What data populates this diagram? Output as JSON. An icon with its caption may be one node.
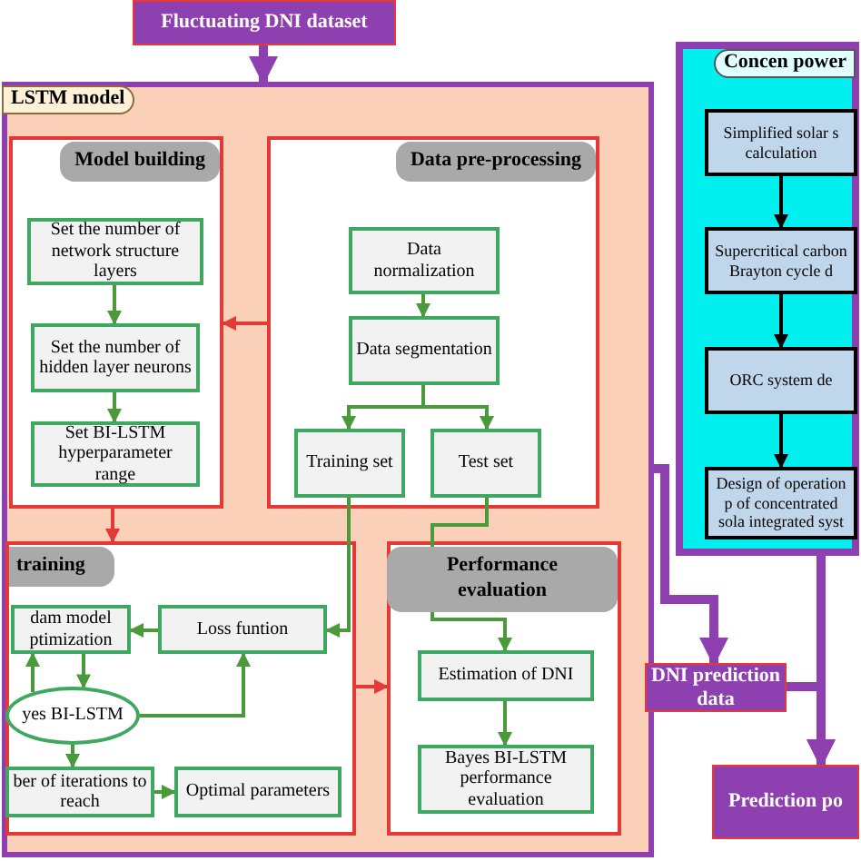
{
  "diagram": {
    "nodes": [
      {
        "text": [
          "Fluctuating DNI dataset"
        ]
      },
      {
        "text": [
          "LSTM model"
        ]
      },
      {
        "text": [
          "Model building"
        ],
        "in": 1
      },
      {
        "text": [
          "Set the number of network structure layers"
        ],
        "in": 2
      },
      {
        "text": [
          "Set the number of hidden layer neurons"
        ],
        "in": 2
      },
      {
        "text": [
          "Set BI-LSTM hyperparameter range"
        ],
        "in": 2
      },
      {
        "text": [
          "Data pre-processing"
        ],
        "in": 1
      },
      {
        "text": [
          "Data normalization"
        ],
        "in": 6
      },
      {
        "text": [
          "Data segmentation"
        ],
        "in": 6
      },
      {
        "text": [
          "Training set"
        ],
        "in": 6
      },
      {
        "text": [
          "Test set"
        ],
        "in": 6
      },
      {
        "text": [
          "training"
        ],
        "in": 1
      },
      {
        "text": [
          "dam model ptimization"
        ],
        "in": 11
      },
      {
        "text": [
          "Loss funtion"
        ],
        "in": 11
      },
      {
        "text": [
          "yes BI-LSTM"
        ],
        "in": 11
      },
      {
        "text": [
          "ber of iterations to reach"
        ],
        "in": 11
      },
      {
        "text": [
          "Optimal parameters"
        ],
        "in": 11
      },
      {
        "text": [
          "Performance evaluation"
        ],
        "in": 1
      },
      {
        "text": [
          "Estimation of DNI"
        ],
        "in": 17
      },
      {
        "text": [
          "Bayes BI-LSTM performance evaluation"
        ],
        "in": 17
      },
      {
        "text": [
          "Concen power"
        ]
      },
      {
        "text": [
          "Simplified solar s calculation"
        ],
        "in": 20
      },
      {
        "text": [
          "Supercritical carbon Brayton cycle d"
        ],
        "in": 20
      },
      {
        "text": [
          "ORC system de"
        ],
        "in": 20
      },
      {
        "text": [
          "Design of operation p of concentrated sola integrated syst"
        ],
        "in": 20
      },
      {
        "text": [
          "DNI prediction data"
        ]
      },
      {
        "text": [
          "Prediction po"
        ]
      }
    ],
    "edges": [
      {
        "from": 0,
        "to": 1,
        "arrow": "to",
        "style": "thick",
        "color": "#8e3fb0"
      },
      {
        "from": 3,
        "to": 4,
        "arrow": "to"
      },
      {
        "from": 4,
        "to": 5,
        "arrow": "to"
      },
      {
        "from": 6,
        "to": 2,
        "arrow": "to",
        "color": "#e53935"
      },
      {
        "from": 2,
        "to": 11,
        "arrow": "to",
        "color": "#e53935"
      },
      {
        "from": 11,
        "to": 17,
        "arrow": "to",
        "color": "#e53935"
      },
      {
        "from": 7,
        "to": 8,
        "arrow": "to"
      },
      {
        "from": 8,
        "to": 9,
        "arrow": "to"
      },
      {
        "from": 8,
        "to": 10,
        "arrow": "to"
      },
      {
        "from": 9,
        "to": 13,
        "arrow": "to"
      },
      {
        "from": 10,
        "to": 18,
        "arrow": "to"
      },
      {
        "from": 13,
        "to": 12,
        "arrow": "to"
      },
      {
        "from": 12,
        "to": 14,
        "arrow": "to"
      },
      {
        "from": 14,
        "to": 12,
        "arrow": "to"
      },
      {
        "from": 14,
        "to": 13,
        "arrow": "to"
      },
      {
        "from": 14,
        "to": 15,
        "arrow": "to"
      },
      {
        "from": 15,
        "to": 16,
        "arrow": "to"
      },
      {
        "from": 18,
        "to": 19,
        "arrow": "to"
      },
      {
        "from": 21,
        "to": 22,
        "arrow": "to",
        "color": "#000000"
      },
      {
        "from": 22,
        "to": 23,
        "arrow": "to",
        "color": "#000000"
      },
      {
        "from": 23,
        "to": 24,
        "arrow": "to",
        "color": "#000000"
      },
      {
        "from": 1,
        "to": 25,
        "arrow": "to",
        "style": "thick",
        "color": "#8e3fb0"
      },
      {
        "from": 20,
        "to": 26,
        "arrow": "to",
        "style": "thick",
        "color": "#8e3fb0"
      },
      {
        "from": 25,
        "to": 26,
        "arrow": "to",
        "style": "thick",
        "color": "#8e3fb0"
      }
    ]
  }
}
